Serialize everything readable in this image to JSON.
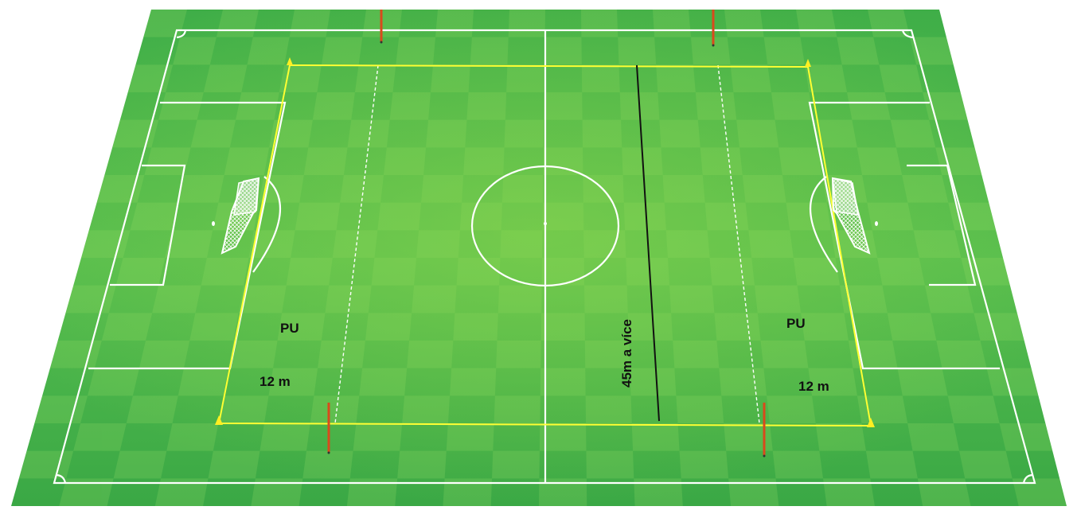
{
  "labels": {
    "zone_left": "PU",
    "zone_right": "PU",
    "width_left": "12 m",
    "width_right": "12 m",
    "length": "45m a více"
  },
  "colors": {
    "grass_dark": "#3aa845",
    "grass_light": "#62c456",
    "field_lines": "#ffffff",
    "training_area": "#ffff33",
    "measure_line": "#111111",
    "flag_pole": "#d94a1c"
  },
  "icons": [
    "goal-net-icon",
    "cone-icon",
    "flag-pole-icon"
  ]
}
